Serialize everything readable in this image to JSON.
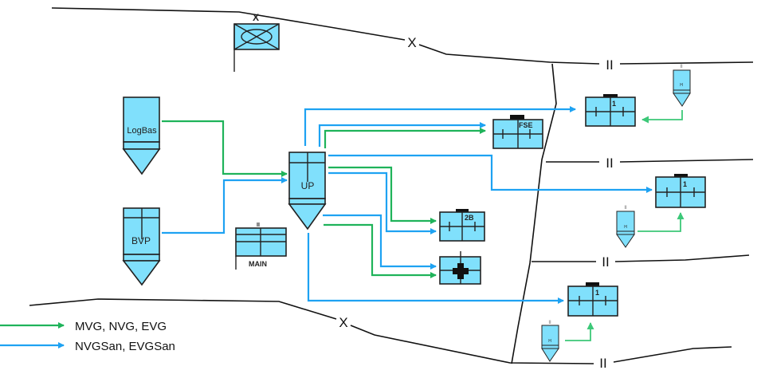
{
  "colors": {
    "unit_fill": "#80e0fc",
    "green_flow": "#1fb35a",
    "blue_flow": "#1ea2f2"
  },
  "units": {
    "hq_echelon": "X",
    "logbas": "LogBas",
    "bvp": "BVP",
    "up": "UP",
    "main": "MAIN",
    "main_echelon": "II",
    "fse": "FSE",
    "unit_2b": "2B",
    "unit_1a": "1",
    "unit_1b": "1",
    "unit_1c": "1",
    "small_unit": "H",
    "small_echelon": "II"
  },
  "boundaries": {
    "brigade": "X",
    "battalion": "II"
  },
  "legend": [
    {
      "label": "MVG, NVG, EVG",
      "color": "green"
    },
    {
      "label": "NVGSan, EVGSan",
      "color": "blue"
    }
  ]
}
